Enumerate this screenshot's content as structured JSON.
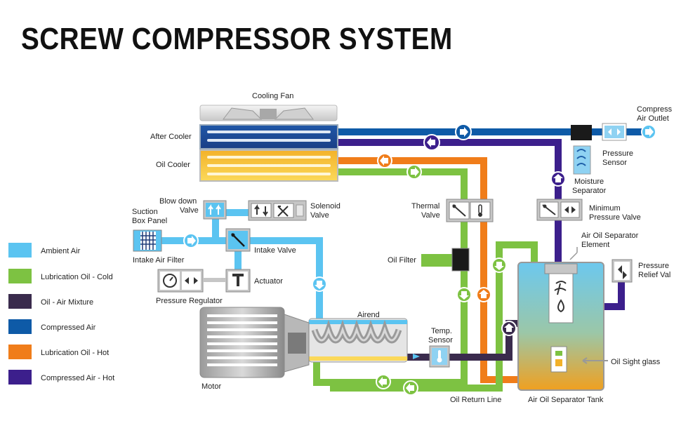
{
  "title": "SCREW COMPRESSOR SYSTEM",
  "colors": {
    "ambient_air": "#5bc4f1",
    "lub_oil_cold": "#7dc242",
    "oil_air_mixture": "#3a2b4d",
    "compressed_air": "#0e5aa7",
    "lub_oil_hot": "#f07d1a",
    "compressed_air_hot": "#3c1f8c"
  },
  "legend": [
    {
      "label": "Ambient Air",
      "color": "#5bc4f1"
    },
    {
      "label": "Lubrication Oil - Cold",
      "color": "#7dc242"
    },
    {
      "label": "Oil - Air Mixture",
      "color": "#3a2b4d"
    },
    {
      "label": "Compressed Air",
      "color": "#0e5aa7"
    },
    {
      "label": "Lubrication Oil - Hot",
      "color": "#f07d1a"
    },
    {
      "label": "Compressed Air - Hot",
      "color": "#3c1f8c"
    }
  ],
  "labels": {
    "cooling_fan": "Cooling Fan",
    "after_cooler": "After Cooler",
    "oil_cooler": "Oil Cooler",
    "compress_air_outlet_1": "Compress",
    "compress_air_outlet_2": "Air Outlet",
    "pressure_sensor_1": "Pressure",
    "pressure_sensor_2": "Sensor",
    "moisture_separator_1": "Moisture",
    "moisture_separator_2": "Separator",
    "blow_down_valve_1": "Blow down",
    "blow_down_valve_2": "Valve",
    "solenoid_valve_1": "Solenoid",
    "solenoid_valve_2": "Valve",
    "suction_box_panel_1": "Suction",
    "suction_box_panel_2": "Box Panel",
    "intake_valve": "Intake Valve",
    "intake_air_filter": "Intake Air Filter",
    "actuator": "Actuator",
    "pressure_regulator": "Pressure Regulator",
    "thermal_valve_1": "Thermal",
    "thermal_valve_2": "Valve",
    "minimum_pressure_valve_1": "Minimum",
    "minimum_pressure_valve_2": "Pressure Valve",
    "air_oil_separator_element_1": "Air Oil Separator",
    "air_oil_separator_element_2": "Element",
    "pressure_relief_valve_1": "Pressure",
    "pressure_relief_valve_2": "Relief Val",
    "oil_filter": "Oil Filter",
    "airend": "Airend",
    "temp_sensor_1": "Temp.",
    "temp_sensor_2": "Sensor",
    "oil_sight_glass": "Oil Sight glass",
    "motor": "Motor",
    "oil_return_line": "Oil Return Line",
    "air_oil_separator_tank": "Air Oil Separator Tank"
  }
}
